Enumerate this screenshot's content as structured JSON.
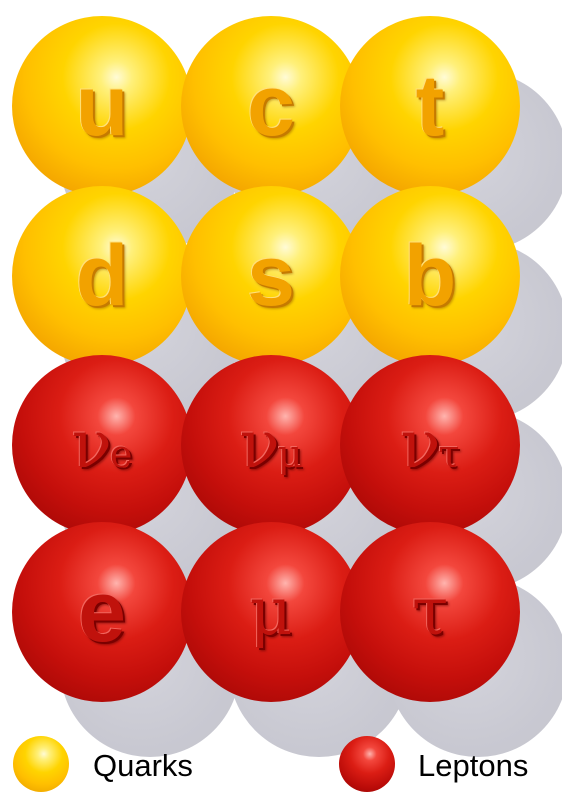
{
  "particles": {
    "quarks": [
      {
        "main": "u"
      },
      {
        "main": "c"
      },
      {
        "main": "t"
      },
      {
        "main": "d"
      },
      {
        "main": "s"
      },
      {
        "main": "b"
      }
    ],
    "leptons": [
      {
        "main": "ν",
        "sub": "e"
      },
      {
        "main": "ν",
        "sub": "μ"
      },
      {
        "main": "ν",
        "sub": "τ"
      },
      {
        "main": "e"
      },
      {
        "main": "μ"
      },
      {
        "main": "τ"
      }
    ]
  },
  "legend": {
    "quarks_label": "Quarks",
    "leptons_label": "Leptons"
  },
  "colors": {
    "quark": "#ffc400",
    "lepton": "#cc1410",
    "shadow": "#c9c9d2"
  }
}
